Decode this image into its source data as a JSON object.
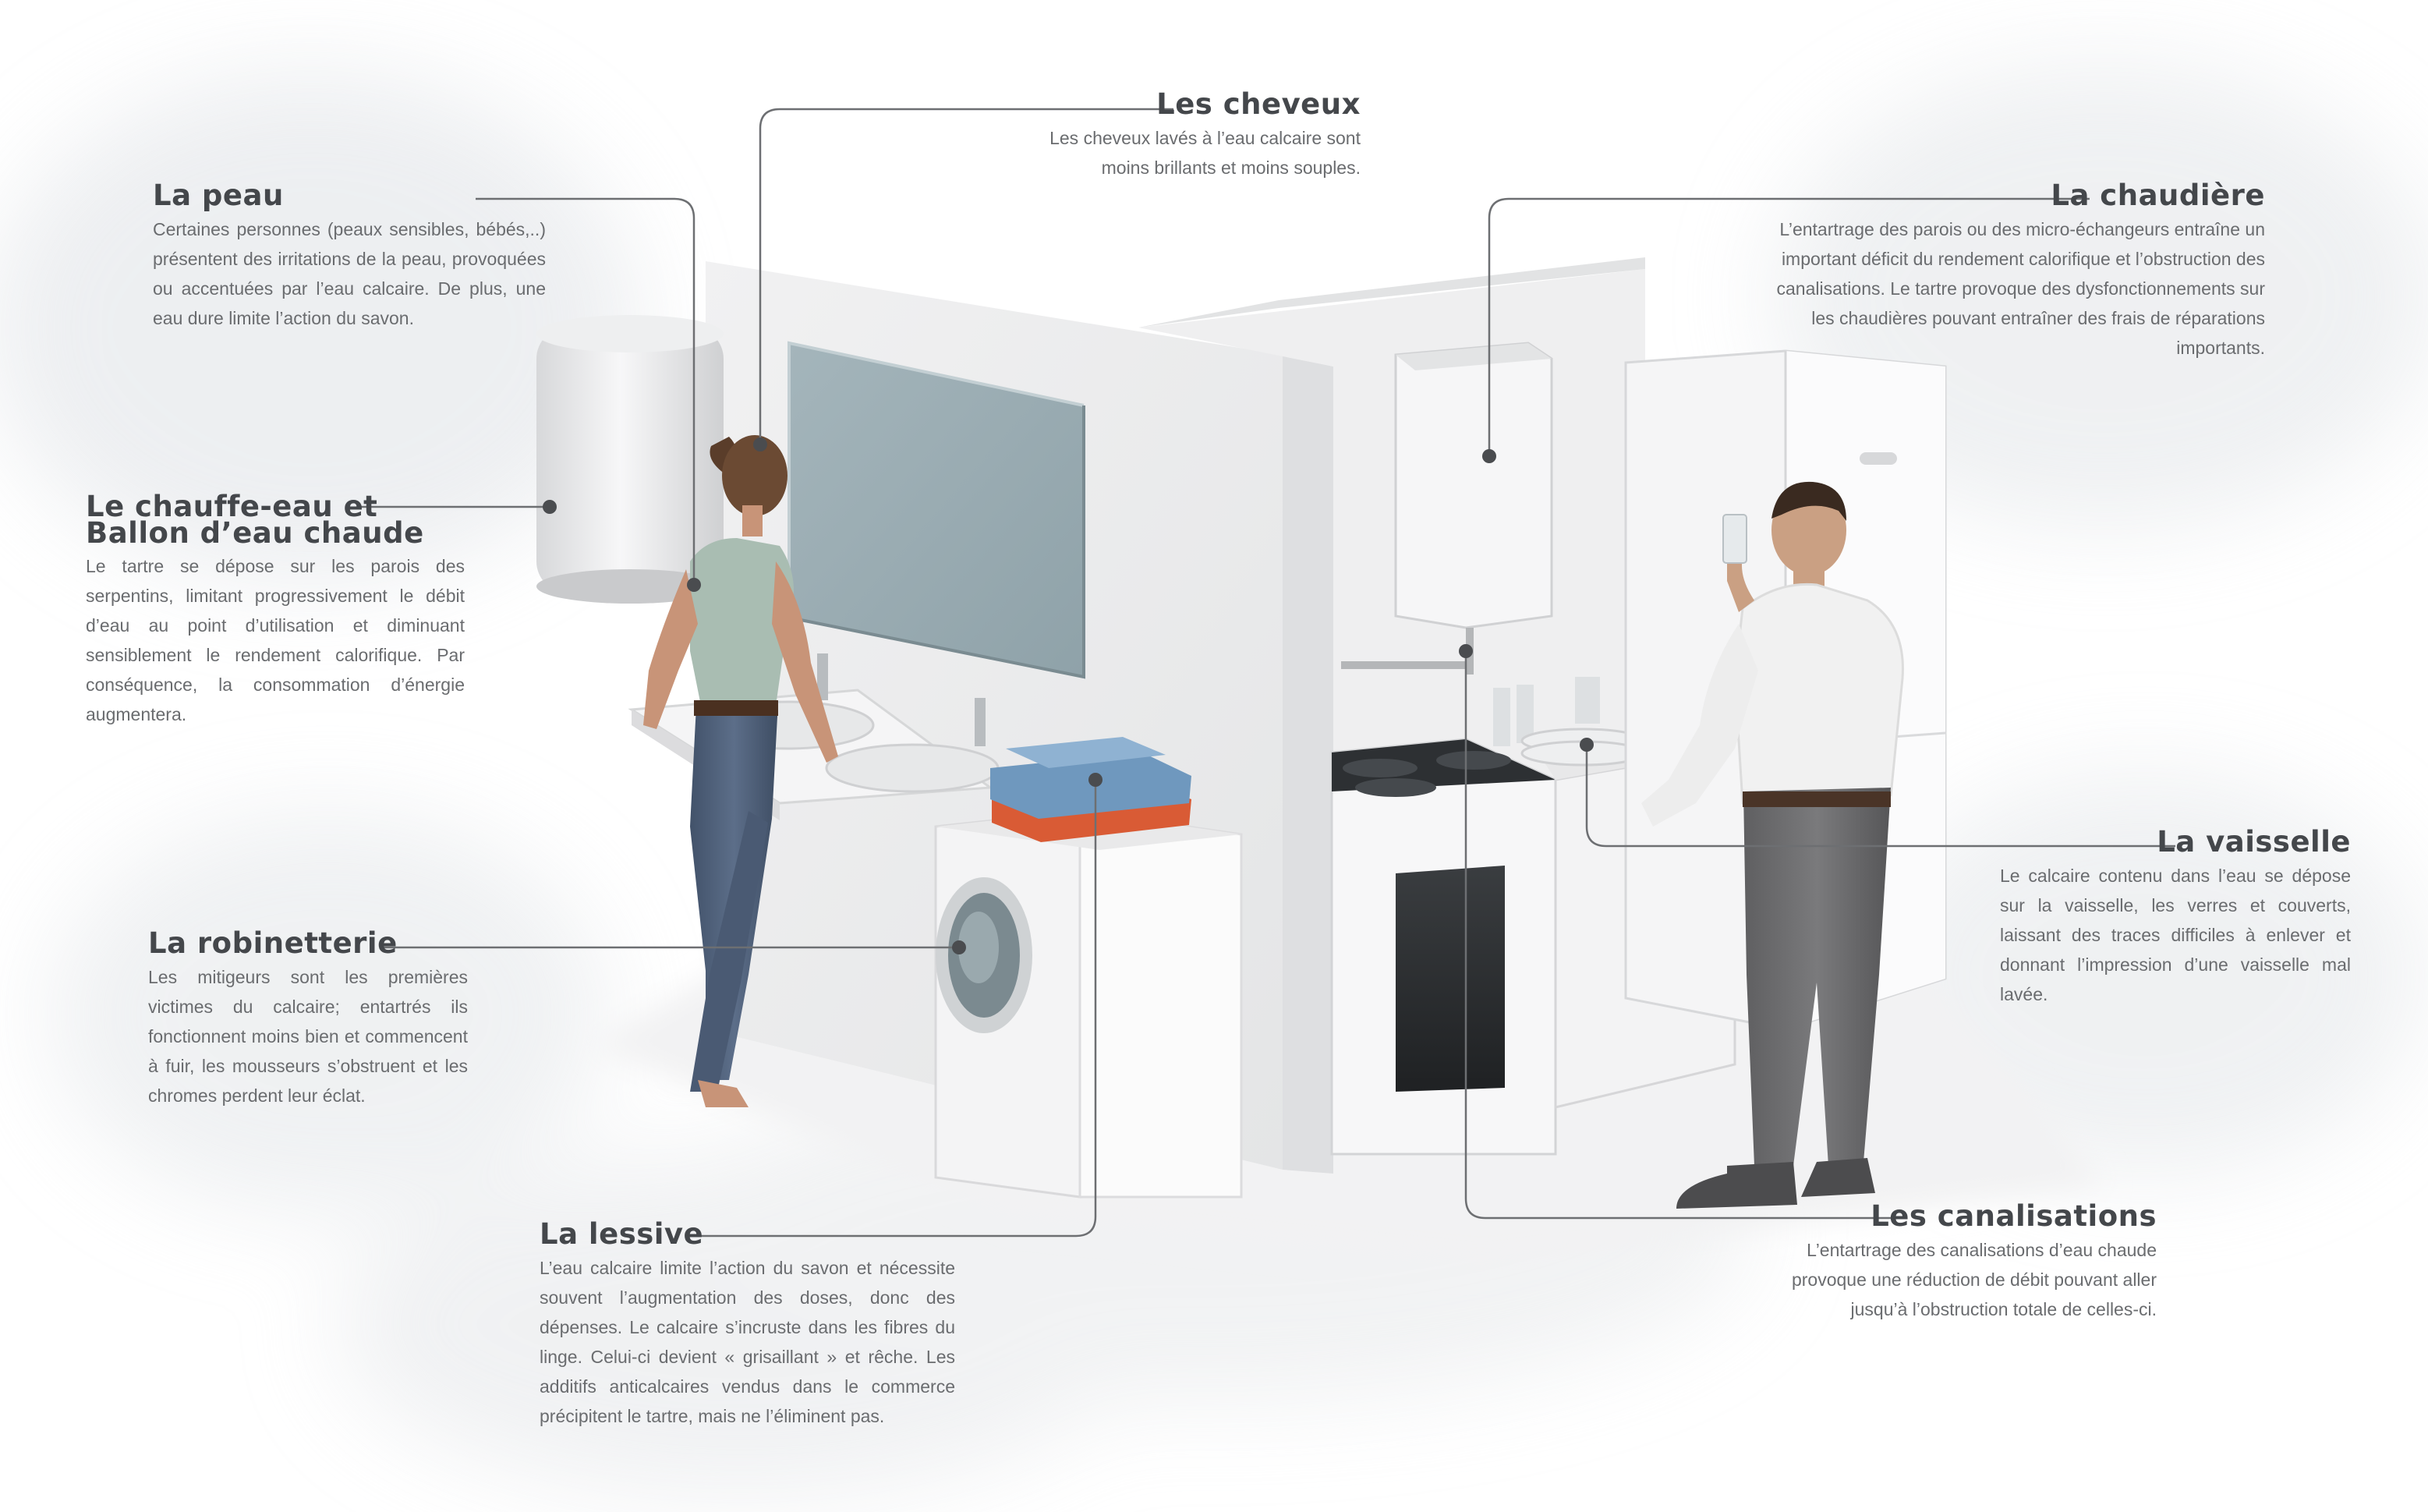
{
  "annotations": {
    "peau": {
      "title": "La peau",
      "text": "Certaines personnes (peaux sensibles, bébés,..) présentent des irritations de la peau, provoquées ou accentuées par l’eau calcaire. De plus, une eau dure limite l’action du savon."
    },
    "cheveux": {
      "title": "Les cheveux",
      "text": "Les cheveux lavés à l’eau calcaire sont moins brillants et moins souples."
    },
    "chaudiere": {
      "title": "La chaudière",
      "text": "L’entartrage des parois ou des micro-échangeurs entraîne un important déficit du rendement calorifique et l’obstruction des canalisations. Le tartre provoque des dysfonctionnements sur les chaudières pouvant entraîner des frais de réparations importants."
    },
    "chauffe_eau": {
      "title_line1": "Le chauffe-eau et",
      "title_line2": "Ballon d’eau chaude",
      "text": "Le tartre se dépose sur les parois des serpentins, limitant progressivement le débit d’eau au point d’utilisation et diminuant sensiblement le rendement calorifique. Par conséquence, la consommation d’énergie augmentera."
    },
    "vaisselle": {
      "title": "La vaisselle",
      "text": "Le calcaire contenu dans l’eau se dépose sur la vaisselle, les verres et couverts, laissant des traces difficiles à enlever et donnant l’impression d’une vaisselle mal lavée."
    },
    "robinetterie": {
      "title": "La robinetterie",
      "text": "Les mitigeurs sont les premières victimes du calcaire; entartrés ils fonctionnent moins bien et commencent à fuir, les mousseurs s’obstruent et les chromes perdent leur éclat."
    },
    "lessive": {
      "title": "La lessive",
      "text": "L’eau calcaire limite l’action du savon et nécessite souvent l’augmentation des doses, donc des dépenses. Le calcaire s’incruste dans les fibres du linge. Celui-ci devient « grisaillant » et rêche. Les additifs anticalcaires vendus dans le commerce précipitent le tartre, mais ne l’éliminent pas."
    },
    "canalisations": {
      "title": "Les canalisations",
      "text": "L’entartrage des canalisations d’eau chaude provoque une réduction de débit pouvant aller jusqu’à l’obstruction totale de celles-ci."
    }
  },
  "colors": {
    "title": "#44474b",
    "body_text": "#6a6c6f",
    "leader_line": "#6d6f72",
    "wall": "#ececed",
    "wall_side": "#dcdddf",
    "mirror": "#98abb2",
    "jeans": "#4f6079",
    "top": "#a9bdb2",
    "skin": "#c89478",
    "shirt": "#f2f2f2",
    "trousers": "#6e6e70",
    "towel_blue": "#6f98be",
    "towel_orange": "#d95b35"
  }
}
